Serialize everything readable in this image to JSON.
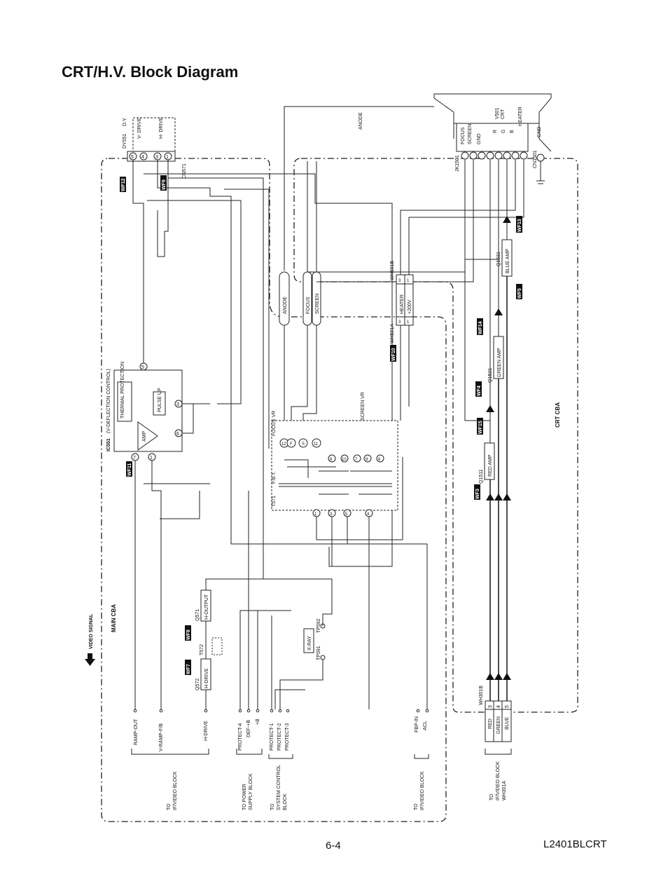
{
  "title": "CRT/H.V. Block Diagram",
  "page_number": "6-4",
  "model_code": "L2401BLCRT",
  "blocks": {
    "main_cba": "MAIN CBA",
    "crt_cba": "CRT CBA",
    "video_signal": "VIDEO SIGNAL"
  },
  "ic551": {
    "name": "IC551",
    "desc": "(V-DEFLECTION CONTROL)",
    "thermal": "THERMAL PROTECTION",
    "pulse": "PULSE UP",
    "amp": "AMP",
    "pins": [
      "7",
      "1",
      "6",
      "3",
      "5"
    ]
  },
  "dy551": {
    "name": "DY551",
    "desc": "D.Y.",
    "v_drive": "V- DRIVE",
    "h_drive": "H- DRIVE",
    "pins": [
      "5",
      "4",
      "3",
      "1"
    ],
    "connector": "CN571"
  },
  "fbt": {
    "name": "T571",
    "desc": "F.B.T.",
    "focus_vr": "FOCUS VR",
    "screen_vr": "SCREEN VR",
    "top_pins": [
      "12",
      "F",
      "S",
      "11"
    ],
    "mid_pins": [
      "8",
      "10",
      "7",
      "9",
      "6"
    ],
    "bot_pins": [
      "1",
      "3",
      "5",
      "4"
    ]
  },
  "hv_leads": [
    "ANODE",
    "FOCUS",
    "SCREEN"
  ],
  "anode_top": "ANODE",
  "q571": {
    "name": "Q571",
    "label": "H-OUTPUT"
  },
  "q572": {
    "name": "Q572",
    "label": "H-DRIVE"
  },
  "t572": "T572",
  "xray": {
    "label": "X-RAY",
    "tp591": "TP591",
    "tp592": "TP592"
  },
  "wh501": {
    "a": "WH501A",
    "b": "WH501B",
    "heater": "HEATER",
    "voltage": "+200V",
    "pins_a": [
      "3",
      "1"
    ],
    "pins_b": [
      "3",
      "1"
    ]
  },
  "crt_amps": [
    {
      "q": "Q1511",
      "label": "RED AMP"
    },
    {
      "q": "Q1521",
      "label": "GREEN AMP"
    },
    {
      "q": "Q1531",
      "label": "BLUE AMP"
    }
  ],
  "jk1501": {
    "name": "JK1501",
    "labels": [
      "FOCUS",
      "SCREEN",
      "GND",
      "R",
      "G",
      "B",
      "HEATER"
    ],
    "v501": "V501",
    "crt": "CRT",
    "gnd": "GND",
    "cn1501": "CN1501"
  },
  "wh301b": {
    "name": "WH301B",
    "rows": [
      {
        "label": "RED",
        "pin": "3"
      },
      {
        "label": "GREEN",
        "pin": "4"
      },
      {
        "label": "BLUE",
        "pin": "5"
      }
    ]
  },
  "waveforms": [
    "WF12",
    "WF9",
    "WF11",
    "WF10",
    "WF13",
    "WF5",
    "WF14",
    "WF4",
    "WF15",
    "WF3",
    "WF8",
    "WF7"
  ],
  "groups": [
    {
      "signals": [
        "RAMP-OUT",
        "V-RAMP-F/B",
        "H-DRIVE"
      ],
      "destination": [
        "TO",
        "IF/VIDEO BLOCK"
      ]
    },
    {
      "signals": [
        "PROTECT-4",
        "DEF-+B",
        "+B"
      ],
      "destination": [
        "TO POWER",
        "SUPPLY BLOCK"
      ]
    },
    {
      "signals": [
        "PROTECT-1",
        "PROTECT-2",
        "PROTECT-3"
      ],
      "destination": [
        "TO",
        "SYSTEM CONTROL",
        "BLOCK"
      ]
    },
    {
      "signals": [
        "FBP-IN",
        "ACL"
      ],
      "destination": [
        "TO",
        "IF/VIDEO BLOCK"
      ]
    },
    {
      "signals": [],
      "destination": [
        "TO",
        "IF/VIDEO BLOCK",
        "WH301A"
      ]
    }
  ]
}
